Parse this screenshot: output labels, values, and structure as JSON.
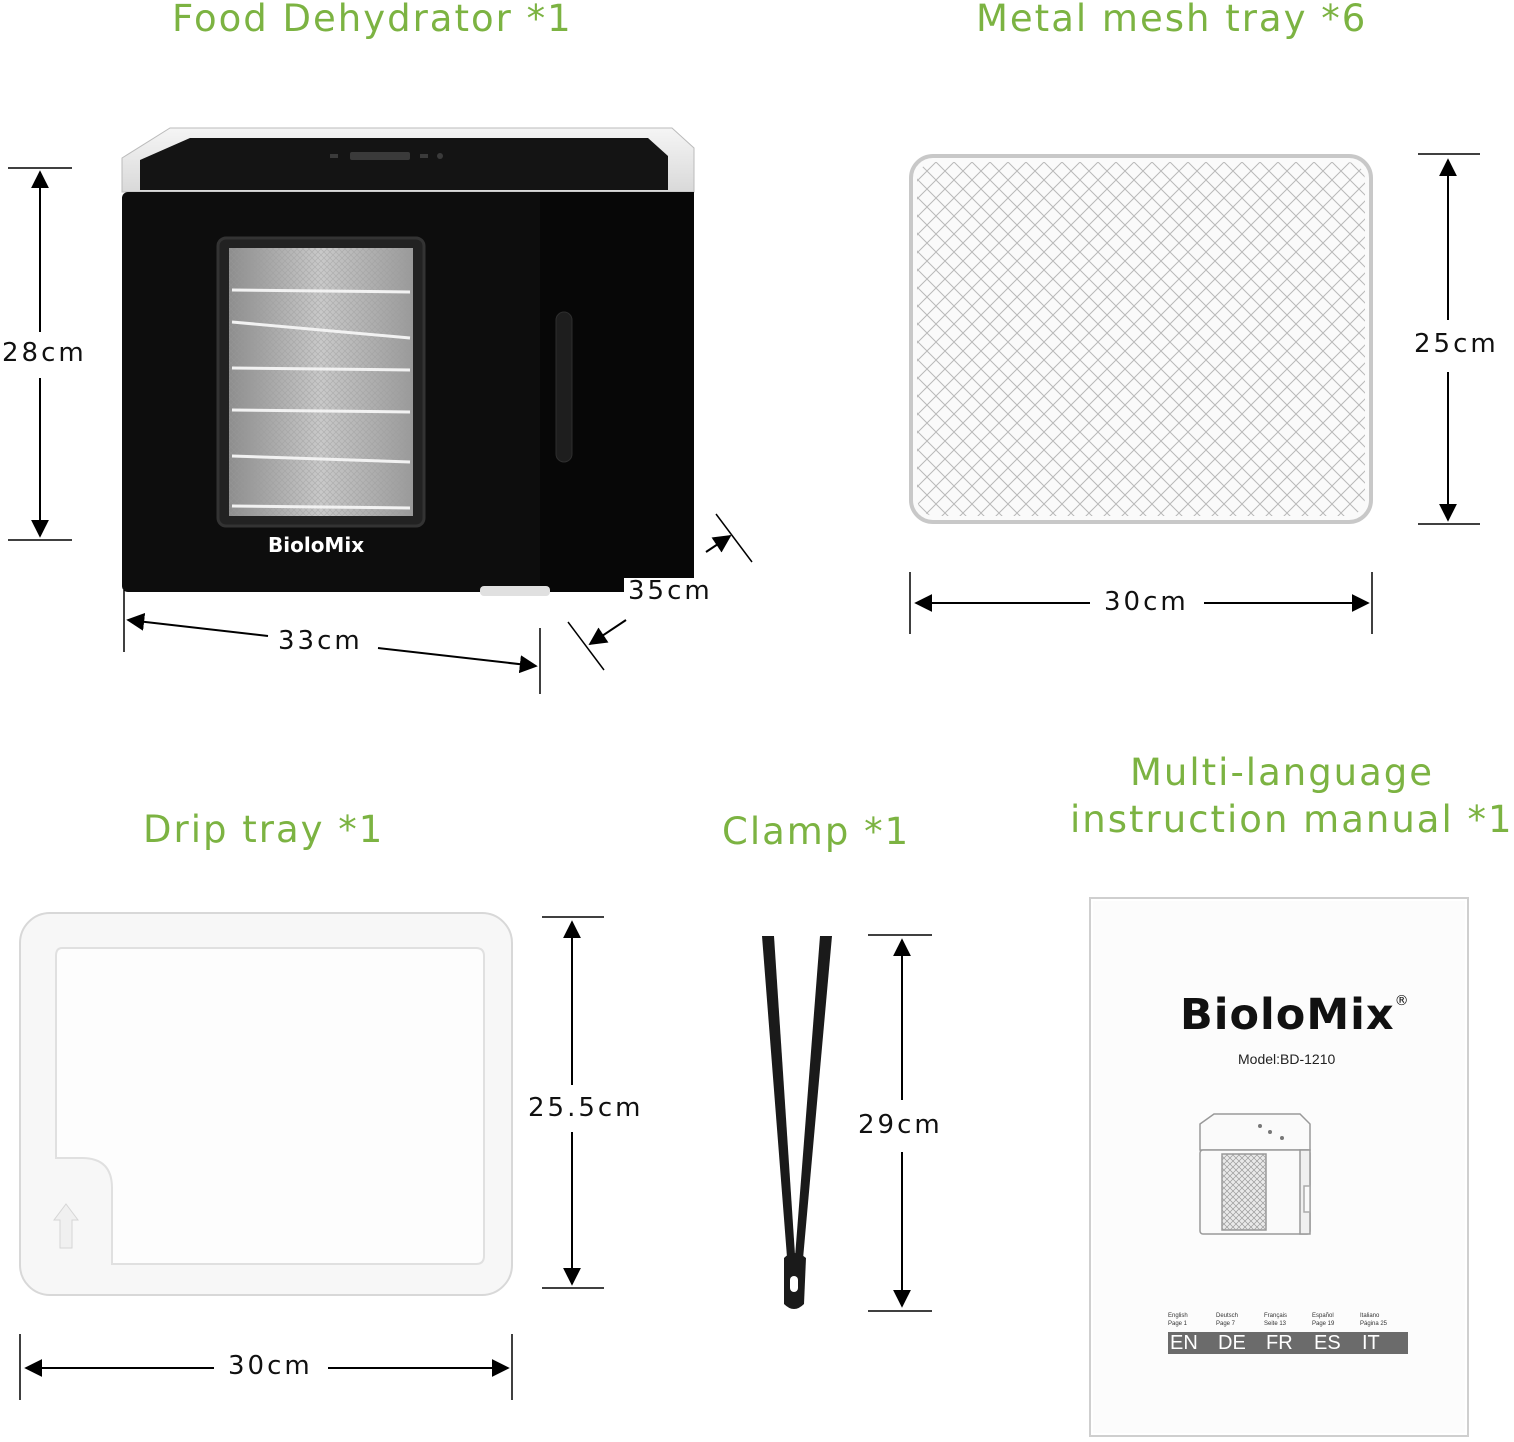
{
  "titles": {
    "dehydrator": "Food Dehydrator *1",
    "mesh_tray": "Metal mesh tray *6",
    "drip_tray": "Drip tray *1",
    "clamp": "Clamp *1",
    "manual_line1": "Multi-language",
    "manual_line2": "instruction manual *1"
  },
  "dimensions": {
    "dehydrator_height": "28cm",
    "dehydrator_width": "33cm",
    "dehydrator_depth": "35cm",
    "mesh_height": "25cm",
    "mesh_width": "30cm",
    "drip_height": "25.5cm",
    "drip_width": "30cm",
    "clamp_length": "29cm"
  },
  "brand": {
    "name": "BioloMix",
    "registered": "®",
    "model": "Model:BD-1210"
  },
  "manual": {
    "languages": [
      {
        "name": "English",
        "page": "Page 1",
        "code": "EN"
      },
      {
        "name": "Deutsch",
        "page": "Page 7",
        "code": "DE"
      },
      {
        "name": "Français",
        "page": "Seite 13",
        "code": "FR"
      },
      {
        "name": "Español",
        "page": "Page 19",
        "code": "ES"
      },
      {
        "name": "Italiano",
        "page": "Página 25",
        "code": "IT"
      }
    ]
  },
  "colors": {
    "title_green": "#7cb342",
    "appliance_black": "#0d0d0d",
    "clamp_black": "#1a1a1a"
  }
}
